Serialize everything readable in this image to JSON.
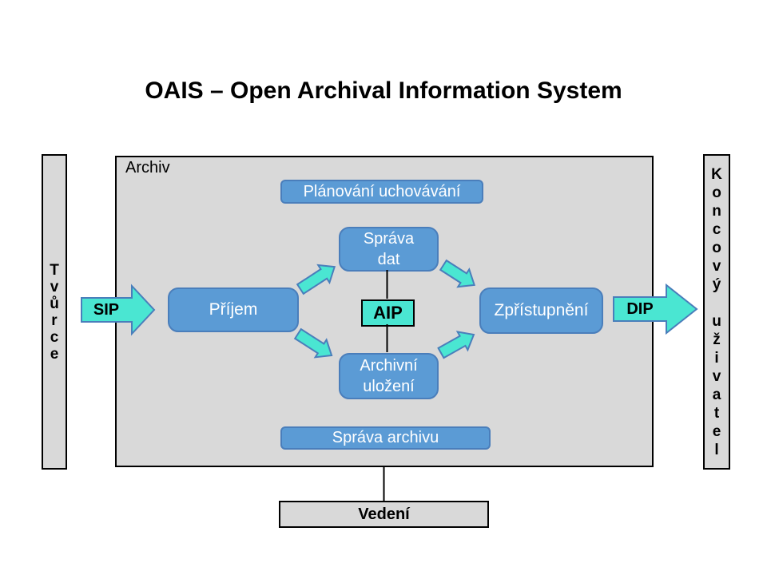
{
  "title": "OAIS – Open Archival Information System",
  "colors": {
    "panel_gray": "#d9d9d9",
    "node_blue": "#5b9bd5",
    "node_blue_border": "#4a7ebb",
    "accent_teal": "#4ae6d2",
    "text_on_blue": "#ffffff",
    "text_black": "#000000"
  },
  "producer": {
    "label": "Tvůrce"
  },
  "consumer": {
    "label": "Koncový uživatel"
  },
  "archive": {
    "label": "Archiv",
    "nodes": {
      "preservation_planning": "Plánování uchovávání",
      "ingest": "Příjem",
      "data_management": [
        "Správa",
        "dat"
      ],
      "archival_storage": [
        "Archivní",
        "uložení"
      ],
      "access": "Zpřístupnění",
      "administration": "Správa archivu",
      "aip": "AIP"
    }
  },
  "flows": {
    "sip": "SIP",
    "dip": "DIP"
  },
  "management": {
    "label": "Vedení"
  }
}
